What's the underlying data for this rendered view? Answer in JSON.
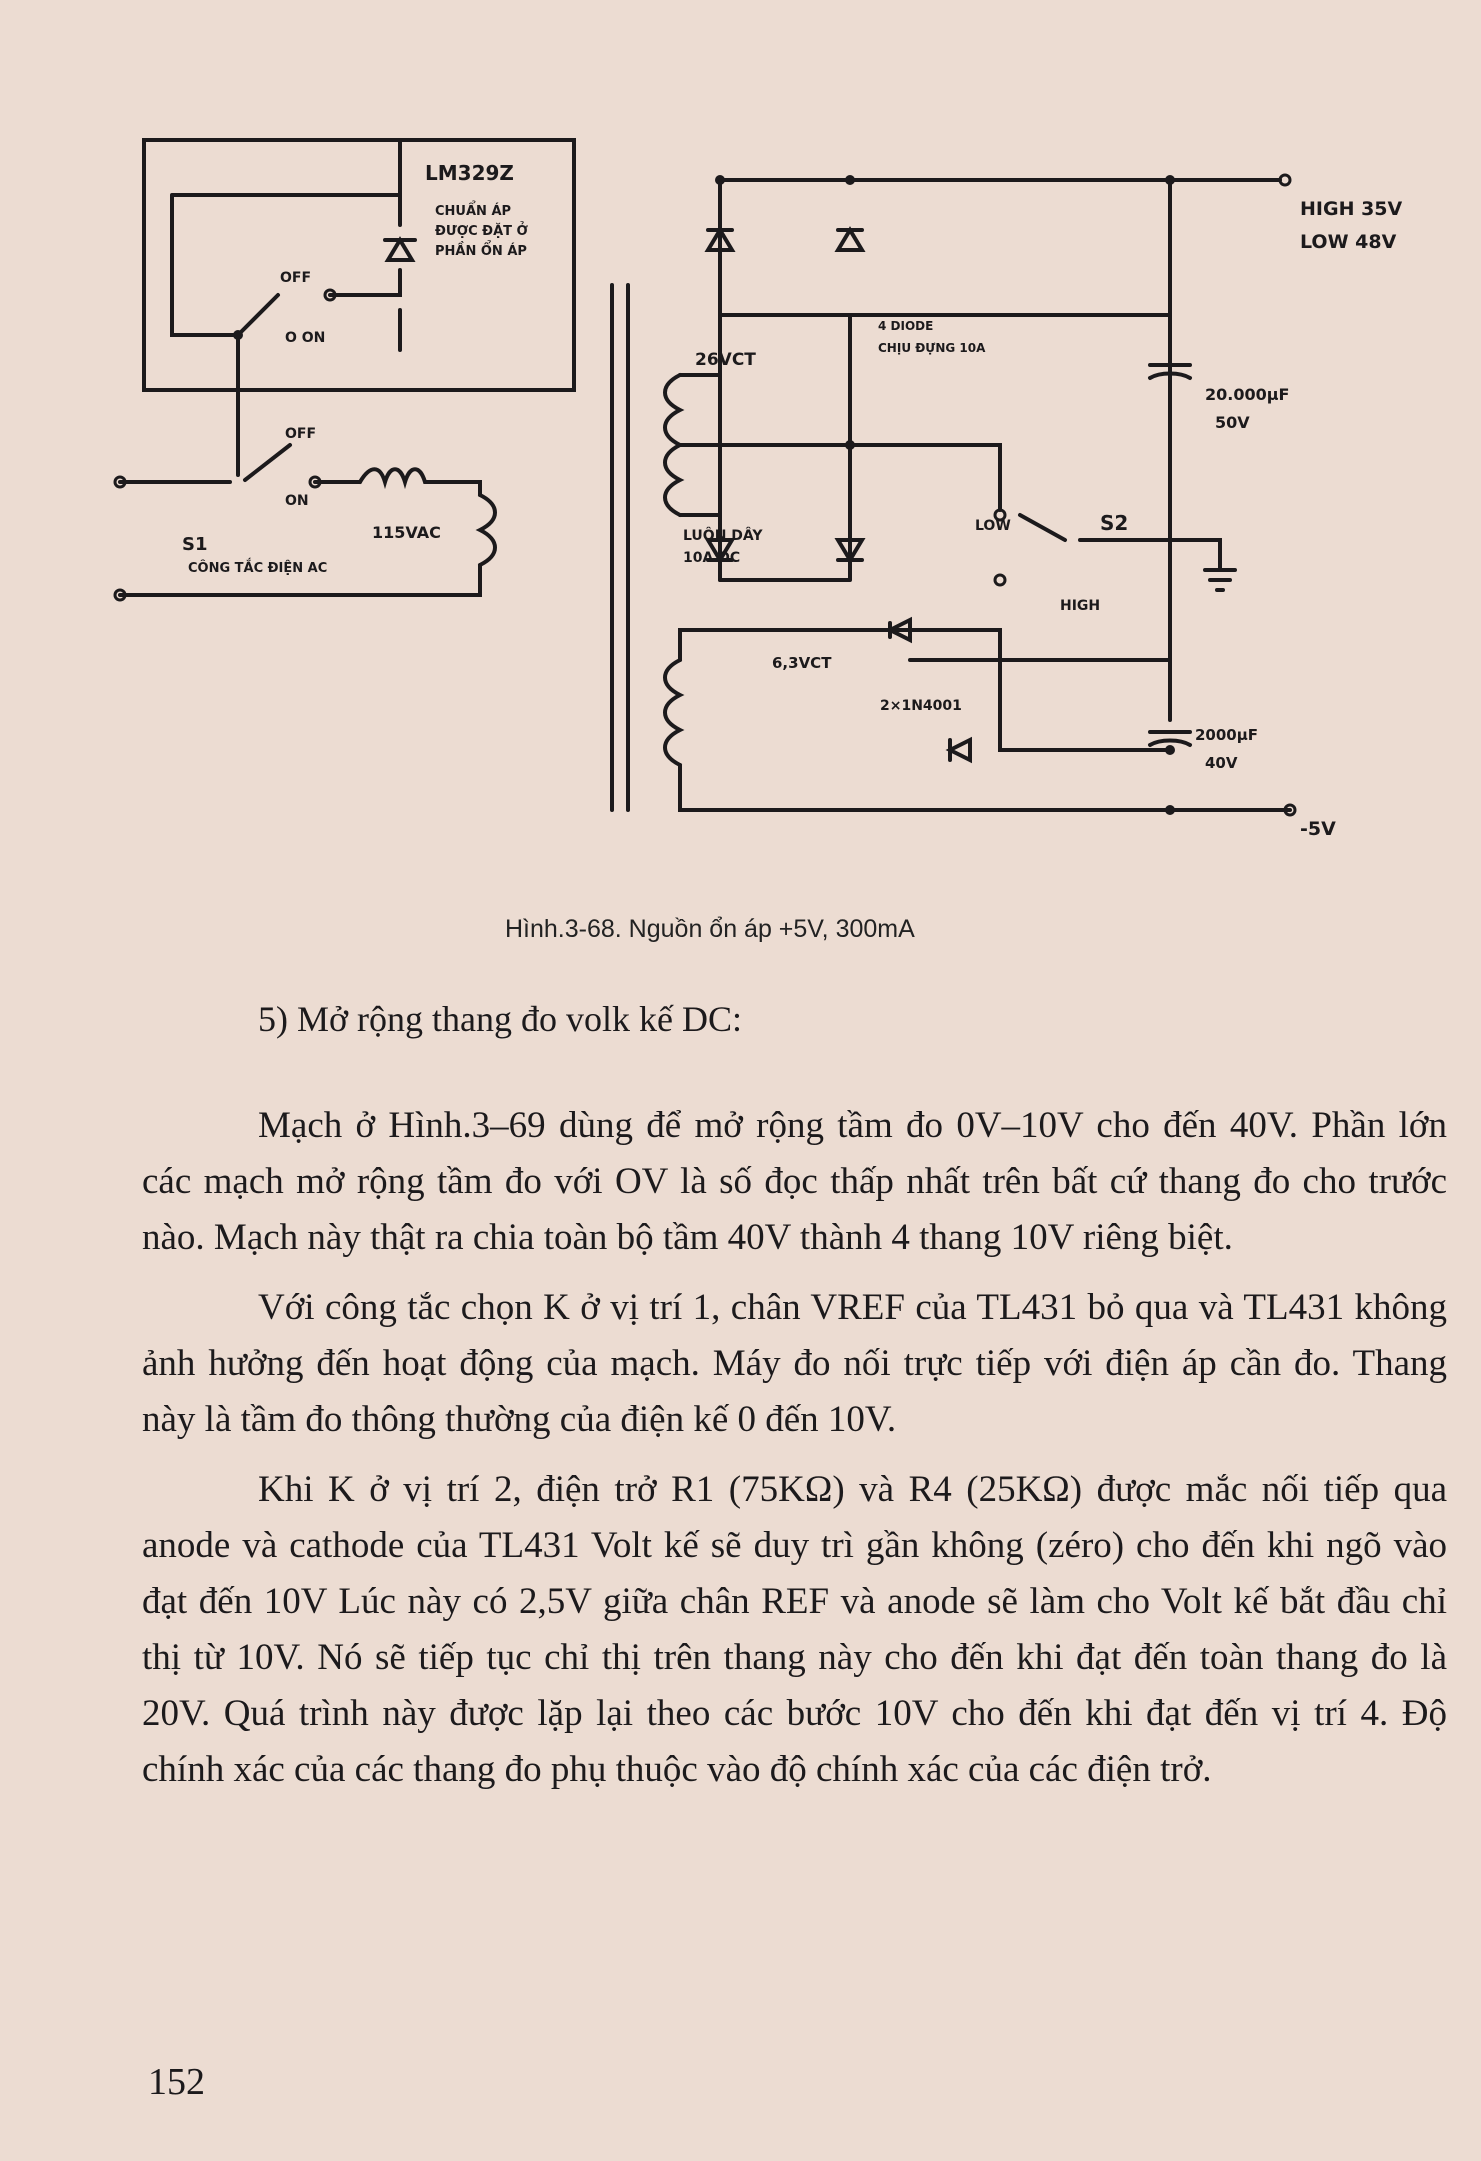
{
  "figure": {
    "labels": {
      "ic": "LM329Z",
      "ref_note_1": "CHUẨN ÁP",
      "ref_note_2": "ĐƯỢC ĐẶT Ở",
      "ref_note_3": "PHẦN ỔN ÁP",
      "off_top": "OFF",
      "on_top": "O ON",
      "off_s1": "OFF",
      "on_s1": "ON",
      "s1": "S1",
      "s1_desc": "CÔNG TẮC ĐIỆN AC",
      "vac": "115VAC",
      "ct26": "26VCT",
      "winding_1": "LUỘN DÂY",
      "winding_2": "10A DC",
      "diodes_1": "4 DIODE",
      "diodes_2": "CHỊU ĐỰNG 10A",
      "cap1_value": "20.000μF",
      "cap1_voltage": "50V",
      "high_label": "HIGH 35V",
      "low_label": "LOW 48V",
      "low_sw": "LOW",
      "s2": "S2",
      "high_sw": "HIGH",
      "ct63": "6,3VCT",
      "diode_pair": "2×1N4001",
      "cap2_value": "2000μF",
      "cap2_voltage": "40V",
      "minus5": "-5V"
    },
    "caption": "Hình.3-68. Nguồn ổn áp +5V, 300mA"
  },
  "section_heading": "5) Mở rộng thang đo volk kế DC:",
  "paragraphs": [
    "Mạch ở Hình.3–69 dùng để mở rộng tầm đo 0V–10V cho đến 40V. Phần lớn các mạch mở rộng tầm đo với OV là số đọc thấp nhất trên bất cứ thang đo cho trước nào. Mạch này thật ra chia toàn bộ tầm 40V thành 4 thang 10V riêng biệt.",
    "Với công tắc chọn K ở vị trí 1, chân VREF của TL431 bỏ qua và TL431 không ảnh hưởng đến hoạt động của mạch. Máy đo nối trực tiếp với điện áp cần đo. Thang này là tầm đo thông thường của điện kế 0 đến 10V.",
    "Khi K ở vị trí 2, điện trở R1 (75KΩ) và R4 (25KΩ) được mắc nối tiếp qua anode và cathode của TL431 Volt kế sẽ duy trì gần không (zéro) cho đến khi ngõ vào đạt đến 10V Lúc này có 2,5V giữa chân REF và anode sẽ làm cho Volt kế bắt đầu chỉ thị từ 10V. Nó sẽ tiếp tục chỉ thị trên thang này cho đến khi đạt đến toàn thang đo là 20V. Quá trình này được lặp lại theo các bước 10V cho đến khi đạt đến vị trí 4. Độ chính xác của các thang đo phụ thuộc vào độ chính xác của các điện trở."
  ],
  "page_number": "152"
}
